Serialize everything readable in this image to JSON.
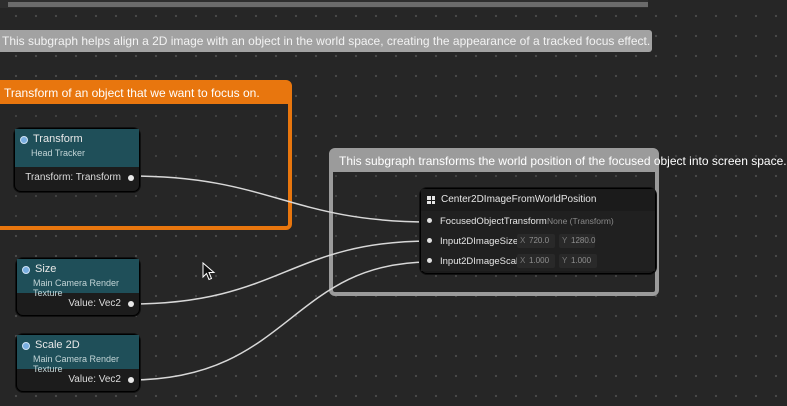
{
  "groups": {
    "top_comment": "This subgraph helps align a 2D image with an object in the world space, creating the appearance of a tracked focus effect.",
    "orange_comment": "Transform of an object that we want to focus on.",
    "gray_comment": "This subgraph transforms the world position of the focused object into screen space."
  },
  "nodes": {
    "transform": {
      "title": "Transform",
      "subtitle": "Head Tracker",
      "output": "Transform: Transform"
    },
    "size": {
      "title": "Size",
      "subtitle": "Main Camera Render Texture",
      "output": "Value: Vec2"
    },
    "scale": {
      "title": "Scale 2D",
      "subtitle": "Main Camera Render Texture",
      "output": "Value: Vec2"
    },
    "center": {
      "title": "Center2DImageFromWorldPosition",
      "inputs": [
        {
          "label": "FocusedObjectTransform",
          "value": "None (Transform)"
        },
        {
          "label": "Input2DImageSize",
          "x_axis": "X",
          "x": "720.0",
          "y_axis": "Y",
          "y": "1280.0"
        },
        {
          "label": "Input2DImageScale",
          "x_axis": "X",
          "x": "1.000",
          "y_axis": "Y",
          "y": "1.000"
        }
      ]
    }
  },
  "colors": {
    "orange": "#e8760e",
    "gray_group": "#9b9b9b",
    "node_header": "#1f4f59",
    "wire": "#d8d8d8"
  }
}
